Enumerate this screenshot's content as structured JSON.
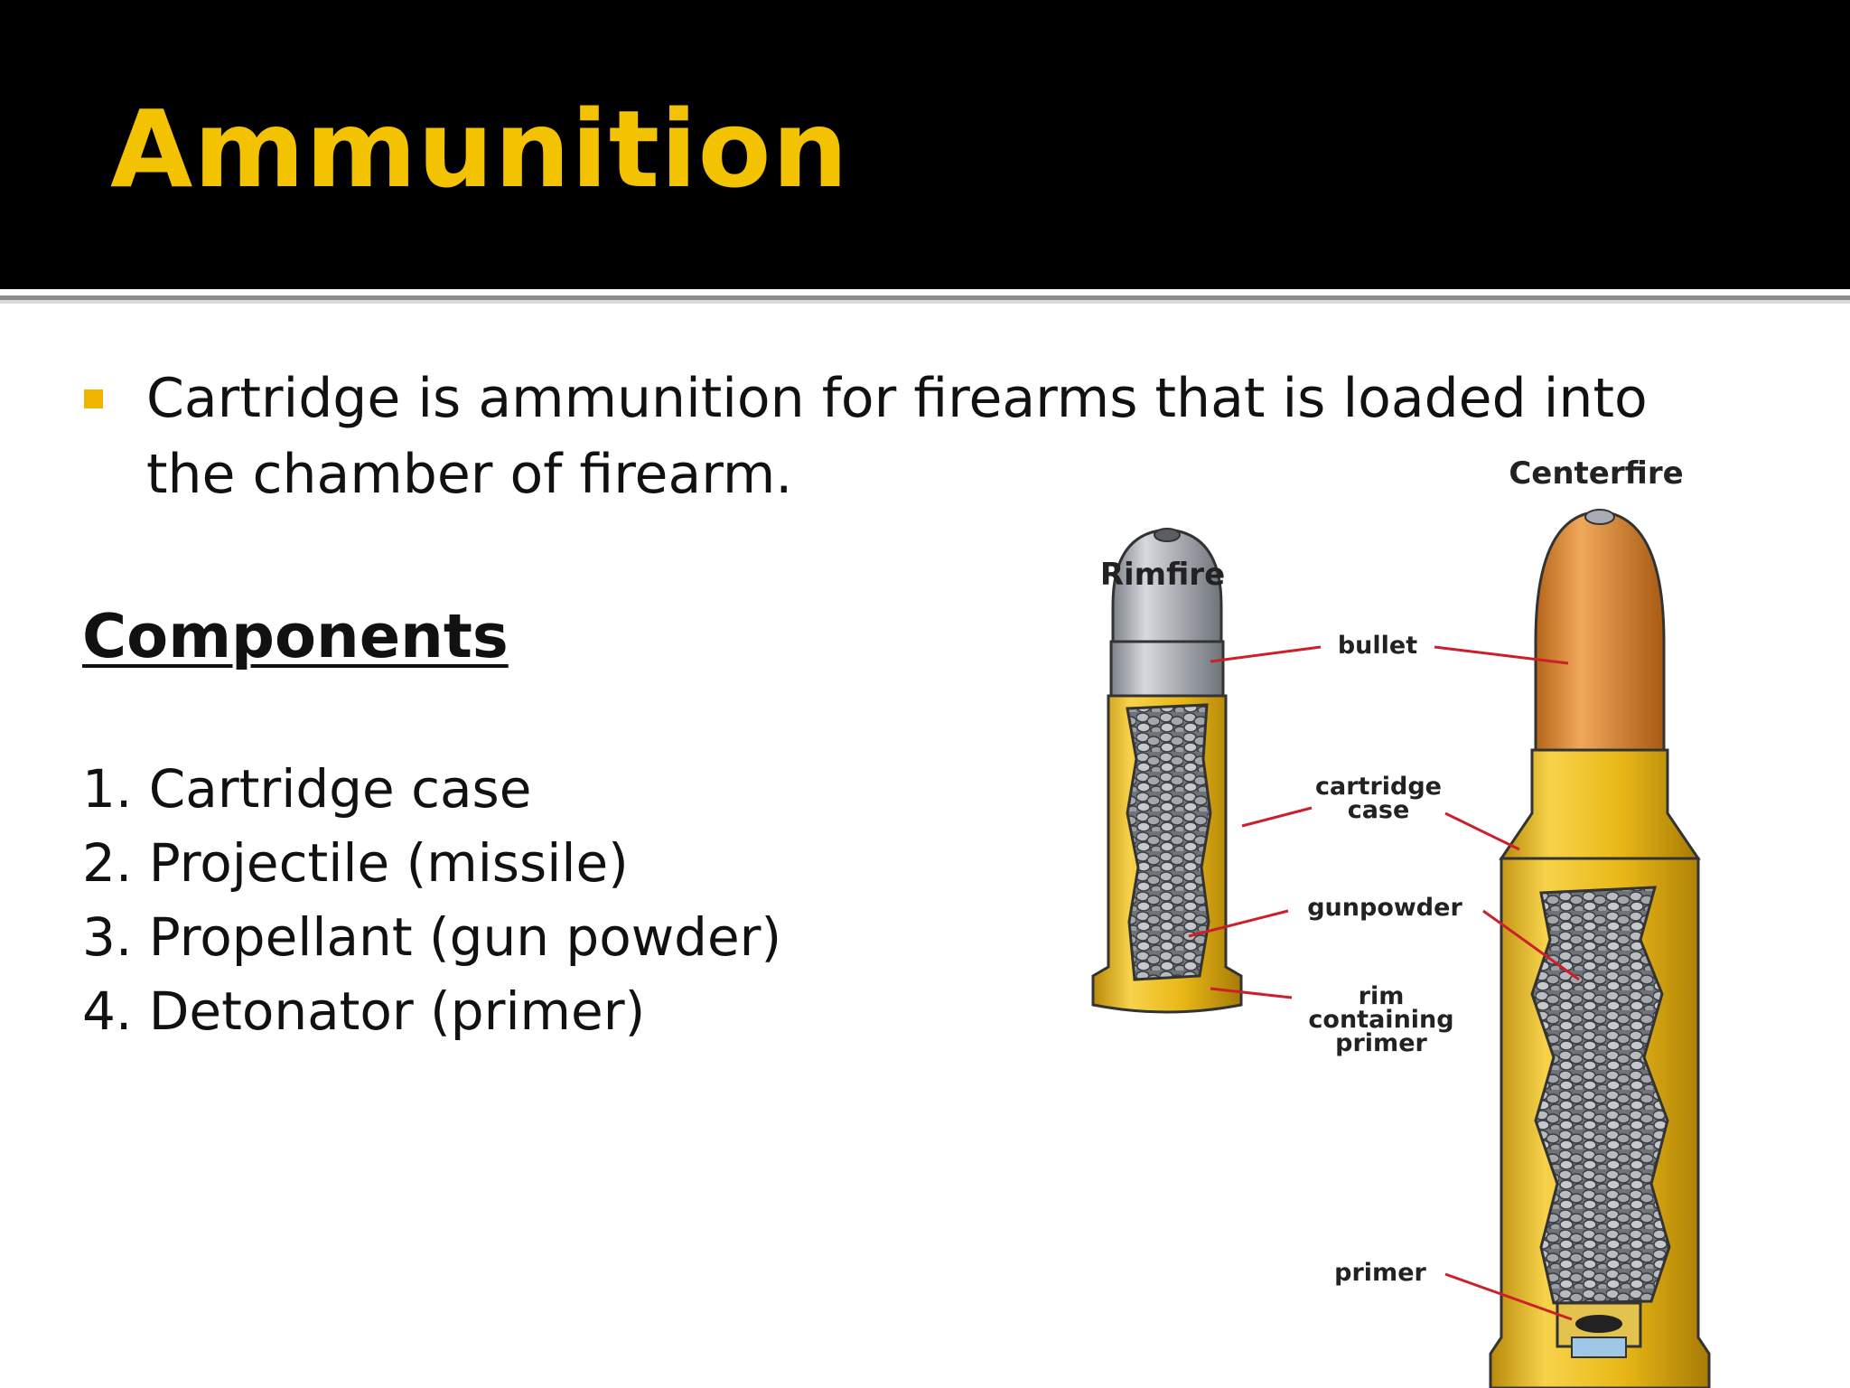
{
  "slide": {
    "title": "Ammunition",
    "intro": "Cartridge is ammunition for firearms that is loaded into the chamber of firearm.",
    "components_heading": "Components",
    "components": [
      "1. Cartridge case",
      "2. Projectile (missile)",
      "3. Propellant (gun powder)",
      "4. Detonator (primer)"
    ]
  },
  "diagram": {
    "rimfire_label": "Rimfire",
    "centerfire_label": "Centerfire",
    "labels": {
      "bullet": "bullet",
      "cartridge_case_line1": "cartridge",
      "cartridge_case_line2": "case",
      "gunpowder": "gunpowder",
      "rim_line1": "rim",
      "rim_line2": "containing",
      "rim_line3": "primer",
      "primer": "primer"
    }
  },
  "colors": {
    "header_bg": "#000000",
    "title": "#f3c200",
    "bullet_marker": "#f0b400",
    "brass": "#e9b817",
    "copper": "#d9892c",
    "lead": "#a9adb3",
    "leader_line": "#cc1f2a"
  }
}
